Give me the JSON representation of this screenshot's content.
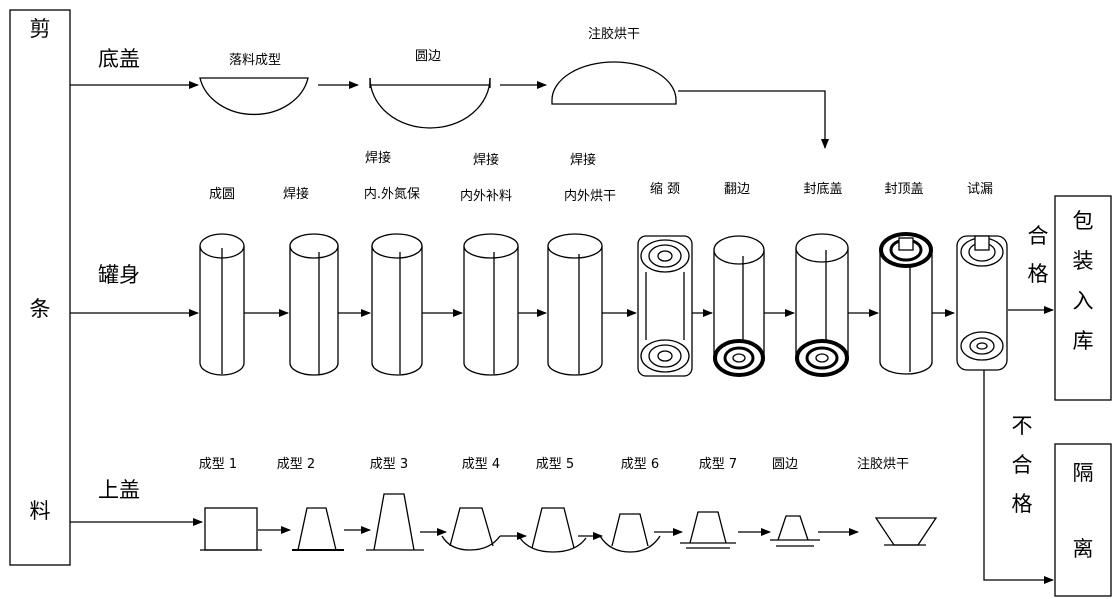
{
  "left_box": {
    "chars": [
      "剪",
      "条",
      "料"
    ]
  },
  "rows": {
    "bottom_cover": {
      "label": "底盖",
      "steps": [
        "落料成型",
        "圆边",
        "注胶烘干"
      ]
    },
    "can_body": {
      "label": "罐身",
      "steps": [
        {
          "lines": [
            "成圆"
          ]
        },
        {
          "lines": [
            "焊接"
          ]
        },
        {
          "lines": [
            "焊接",
            "内.外氮保"
          ]
        },
        {
          "lines": [
            "焊接",
            "内外补料"
          ]
        },
        {
          "lines": [
            "焊接",
            "内外烘干"
          ]
        },
        {
          "lines": [
            "缩  颈"
          ]
        },
        {
          "lines": [
            "翻边"
          ]
        },
        {
          "lines": [
            "封底盖"
          ]
        },
        {
          "lines": [
            "封顶盖"
          ]
        },
        {
          "lines": [
            "试漏"
          ]
        }
      ]
    },
    "top_cover": {
      "label": "上盖",
      "steps": [
        "成型 1",
        "成型 2",
        "成型 3",
        "成型 4",
        "成型 5",
        "成型 6",
        "成型 7",
        "圆边",
        "注胶烘干"
      ]
    }
  },
  "outcomes": {
    "pass": {
      "label": "合格",
      "box": "包装入库"
    },
    "fail": {
      "label": "不合格",
      "box": "隔离"
    }
  }
}
